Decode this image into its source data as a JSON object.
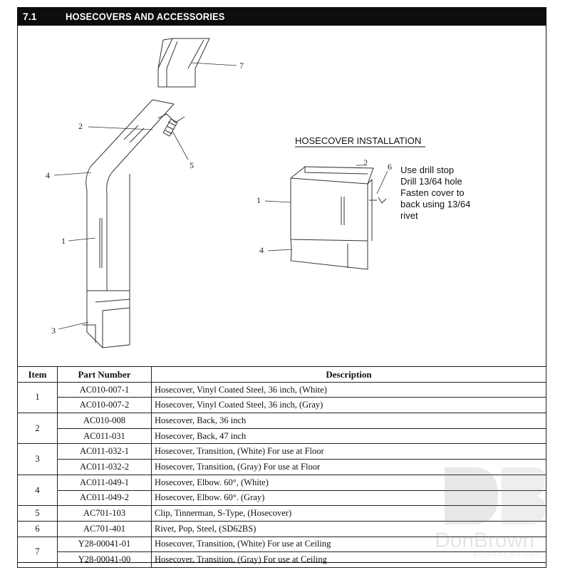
{
  "header": {
    "section_number": "7.1",
    "title": "HOSECOVERS AND ACCESSORIES"
  },
  "diagram": {
    "callouts_left": [
      "7",
      "2",
      "5",
      "4",
      "1",
      "3"
    ],
    "installation_title": "HOSECOVER  INSTALLATION",
    "callouts_right": [
      "2",
      "6",
      "1",
      "4"
    ],
    "note_lines": [
      "Use drill stop",
      "Drill 13/64 hole",
      "Fasten cover to",
      "back using 13/64",
      "rivet"
    ]
  },
  "table": {
    "headers": {
      "item": "Item",
      "part_number": "Part Number",
      "description": "Description"
    },
    "groups": [
      {
        "item": "1",
        "rows": [
          {
            "part": "AC010-007-1",
            "desc": "Hosecover, Vinyl Coated Steel, 36 inch, (White)"
          },
          {
            "part": "AC010-007-2",
            "desc": "Hosecover, Vinyl Coated Steel, 36 inch, (Gray)"
          }
        ]
      },
      {
        "item": "2",
        "rows": [
          {
            "part": "AC010-008",
            "desc": "Hosecover, Back, 36 inch"
          },
          {
            "part": "AC011-031",
            "desc": "Hosecover, Back, 47 inch"
          }
        ]
      },
      {
        "item": "3",
        "rows": [
          {
            "part": "AC011-032-1",
            "desc": "Hosecover, Transition, (White) For use at Floor"
          },
          {
            "part": "AC011-032-2",
            "desc": "Hosecover, Transition, (Gray) For use at Floor"
          }
        ]
      },
      {
        "item": "4",
        "rows": [
          {
            "part": "AC011-049-1",
            "desc": "Hosecover, Elbow. 60°, (White)"
          },
          {
            "part": "AC011-049-2",
            "desc": "Hosecover, Elbow. 60°. (Gray)"
          }
        ]
      },
      {
        "item": "5",
        "rows": [
          {
            "part": "AC701-103",
            "desc": "Clip, Tinnerman, S-Type, (Hosecover)"
          }
        ]
      },
      {
        "item": "6",
        "rows": [
          {
            "part": "AC701-401",
            "desc": "Rivet, Pop, Steel, (SD62BS)"
          }
        ]
      },
      {
        "item": "7",
        "rows": [
          {
            "part": "Y28-00041-01",
            "desc": "Hosecover, Transition, (White) For use at Ceiling"
          },
          {
            "part": "Y28-00041-00",
            "desc": "Hosecover, Transition, (Gray) For use at Ceiling"
          }
        ]
      }
    ]
  },
  "watermark": {
    "logo_text": "DB",
    "name": "DonBrown",
    "tagline": "BUSSALES INC"
  }
}
